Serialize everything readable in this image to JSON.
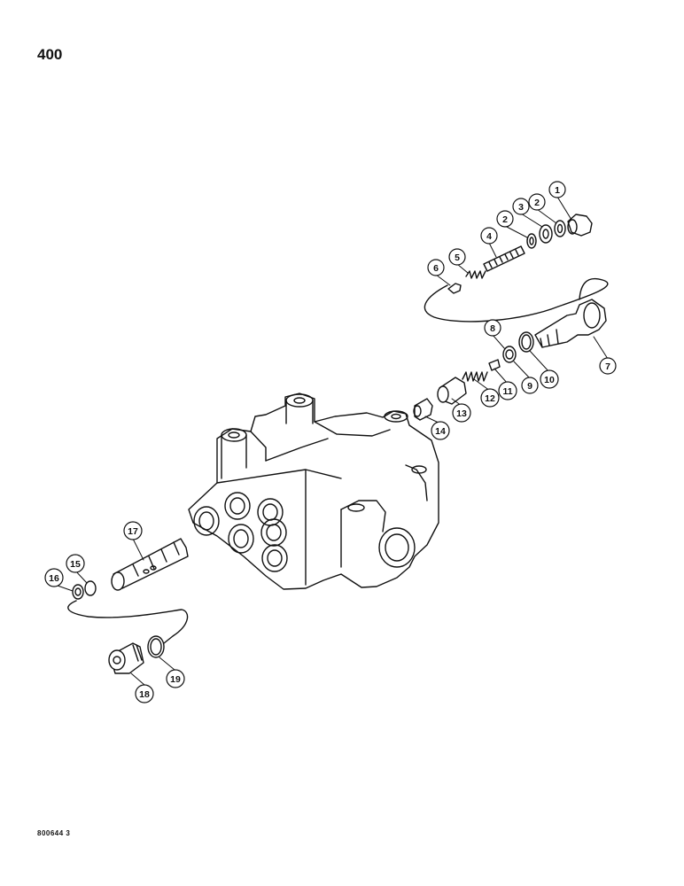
{
  "page_number": "400",
  "footer_code": "800644 3",
  "callouts": [
    {
      "label": "1"
    },
    {
      "label": "2"
    },
    {
      "label": "3"
    },
    {
      "label": "2"
    },
    {
      "label": "4"
    },
    {
      "label": "5"
    },
    {
      "label": "6"
    },
    {
      "label": "7"
    },
    {
      "label": "8"
    },
    {
      "label": "9"
    },
    {
      "label": "10"
    },
    {
      "label": "11"
    },
    {
      "label": "12"
    },
    {
      "label": "13"
    },
    {
      "label": "14"
    },
    {
      "label": "15"
    },
    {
      "label": "16"
    },
    {
      "label": "17"
    },
    {
      "label": "18"
    },
    {
      "label": "19"
    }
  ]
}
